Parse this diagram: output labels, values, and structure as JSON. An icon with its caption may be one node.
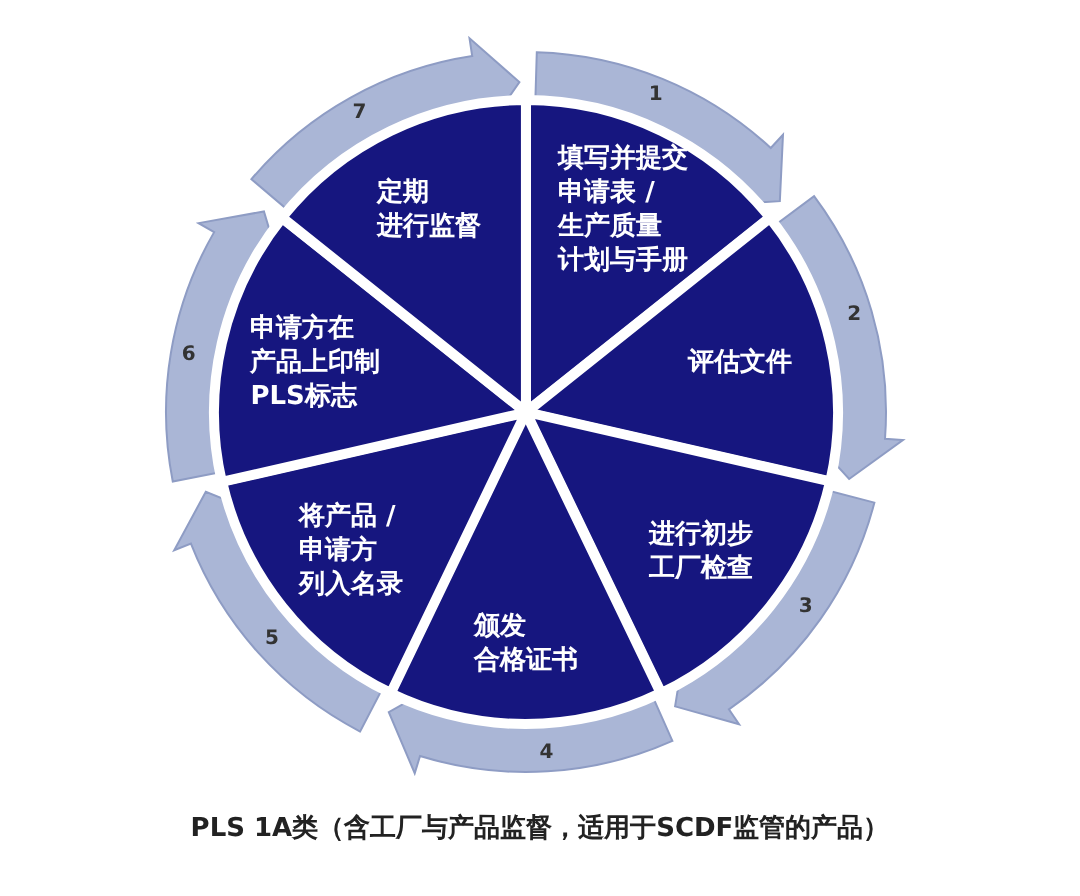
{
  "diagram": {
    "caption": "PLS 1A类（含工厂与产品监督，适用于SCDF监管的产品）",
    "nodes": [
      {
        "text": [
          "填写并提交申请表 /生产质量计划与手册"
        ]
      },
      {
        "text": [
          "评估文件"
        ]
      },
      {
        "text": [
          "进行初步工厂检查"
        ]
      },
      {
        "text": [
          "颁发合格证书"
        ]
      },
      {
        "text": [
          "将产品 /申请方列入名录"
        ]
      },
      {
        "text": [
          "申请方在产品上印制PLS标志"
        ]
      },
      {
        "text": [
          "定期进行监督"
        ]
      }
    ],
    "edges": [
      {
        "from": 0,
        "to": 1,
        "arrow": "to",
        "label": "1"
      },
      {
        "from": 1,
        "to": 2,
        "arrow": "to",
        "label": "2"
      },
      {
        "from": 2,
        "to": 3,
        "arrow": "to",
        "label": "3"
      },
      {
        "from": 3,
        "to": 4,
        "arrow": "to",
        "label": "4"
      },
      {
        "from": 4,
        "to": 5,
        "arrow": "to",
        "label": "5"
      },
      {
        "from": 5,
        "to": 6,
        "arrow": "to",
        "label": "6"
      },
      {
        "from": 6,
        "to": 0,
        "arrow": "to",
        "label": "7"
      }
    ]
  }
}
